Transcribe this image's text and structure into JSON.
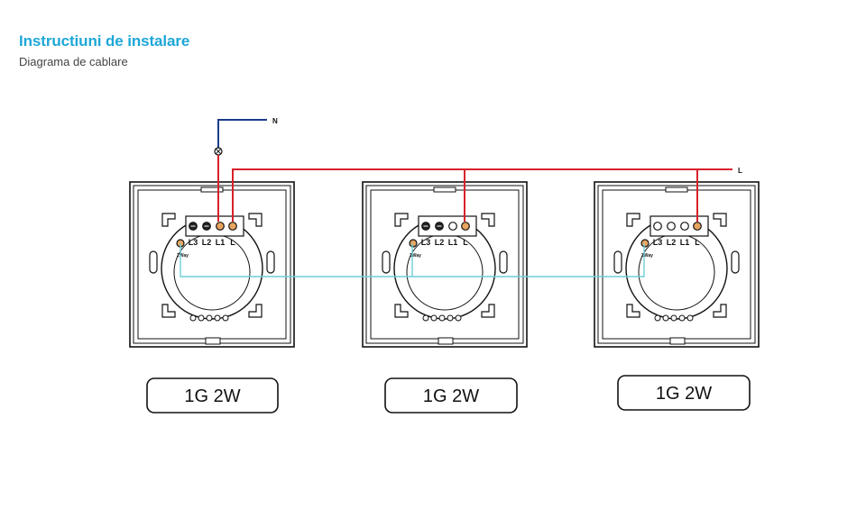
{
  "header": {
    "title": "Instructiuni de instalare",
    "subtitle": "Diagrama de cablare"
  },
  "wires": {
    "neutral_label": "N",
    "live_label": "L",
    "neutral_color": "#1b3c8c",
    "live_color": "#d8202a",
    "traveler_color": "#6fcfd6"
  },
  "switches": [
    {
      "label": "1G  2W",
      "terminals": [
        "L3",
        "L2",
        "L1",
        "L"
      ],
      "twoway_label": "2Way"
    },
    {
      "label": "1G  2W",
      "terminals": [
        "L3",
        "L2",
        "L1",
        "L"
      ],
      "twoway_label": "2Way"
    },
    {
      "label": "1G  2W",
      "terminals": [
        "L3",
        "L2",
        "L1",
        "L"
      ],
      "twoway_label": "2Way"
    }
  ]
}
